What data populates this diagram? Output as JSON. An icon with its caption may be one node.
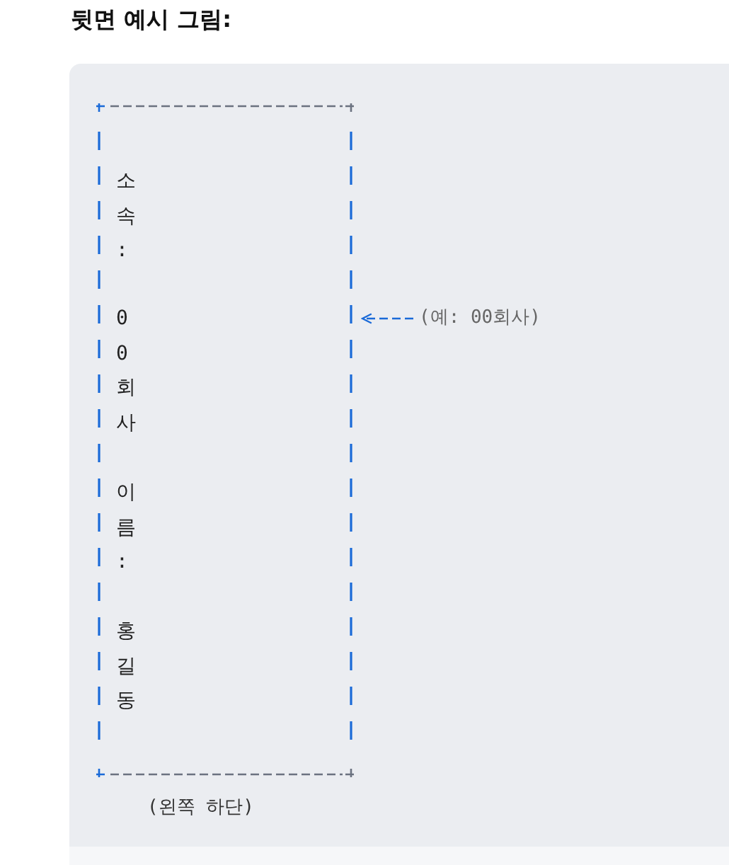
{
  "diagram": {
    "title": "뒷면 예시 그림:",
    "nodes": [
      {
        "text": [
          "소속:",
          "00회사",
          "이름:",
          "홍길동"
        ],
        "beside": [
          "(왼쪽 하단)"
        ]
      },
      {
        "text": [
          "(예: 00회사)"
        ]
      }
    ],
    "edges": [
      {
        "from": 1,
        "to": 0,
        "arrow": "to",
        "style": "dashed"
      }
    ]
  }
}
